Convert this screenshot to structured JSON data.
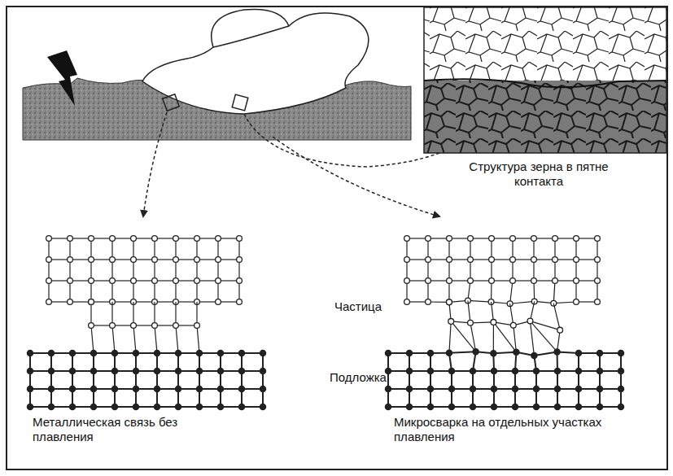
{
  "diagram": {
    "labels": [
      "Структура зерна в пятне контакта",
      "Частица",
      "Подложка",
      "Металлическая связь без плавления",
      "Микросварка на отдельных участках плавления"
    ]
  }
}
